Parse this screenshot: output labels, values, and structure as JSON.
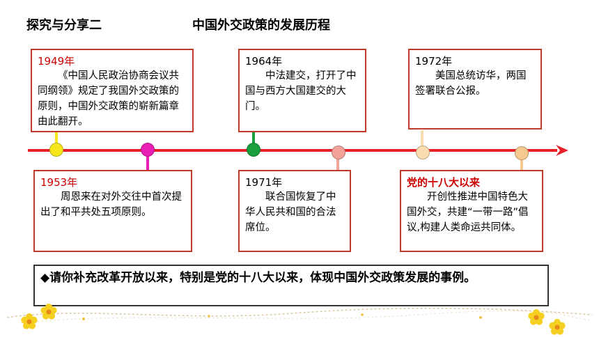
{
  "header": {
    "section": "探究与分享二",
    "title": "中国外交政策的发展历程"
  },
  "events": [
    {
      "year": "1949年",
      "year_color": "#cc0000",
      "body": "《中国人民政治协商会议共同纲领》规定了我国外交政策的原则，中国外交政策的崭新篇章由此翻开。",
      "dot_color": "#f5e61b"
    },
    {
      "year": "1953年",
      "year_color": "#cc0000",
      "body": "周恩来在对外交往中首次提出了和平共处五项原则。",
      "dot_color": "#e91eb4"
    },
    {
      "year": "1964年",
      "year_color": "#000000",
      "body": "中法建交，打开了中国与西方大国建交的大门。",
      "dot_color": "#1b9e3e"
    },
    {
      "year": "1971年",
      "year_color": "#000000",
      "body": "联合国恢复了中华人民共和国的合法席位。",
      "dot_color": "#f2a49a"
    },
    {
      "year": "1972年",
      "year_color": "#000000",
      "body": "美国总统访华，两国签署联合公报。",
      "dot_color": "#fbdcb0"
    },
    {
      "year": "党的十八大以来",
      "year_color": "#cc0000",
      "body": "开创性推进中国特色大国外交，共建“一带一路”倡议,构建人类命运共同体。",
      "dot_color": "#f5c98f"
    }
  ],
  "timeline": {
    "color": "#e8202a"
  },
  "question": "◆请你补充改革开放以来，特别是党的十八大以来，体现中国外交政策发展的事例。"
}
